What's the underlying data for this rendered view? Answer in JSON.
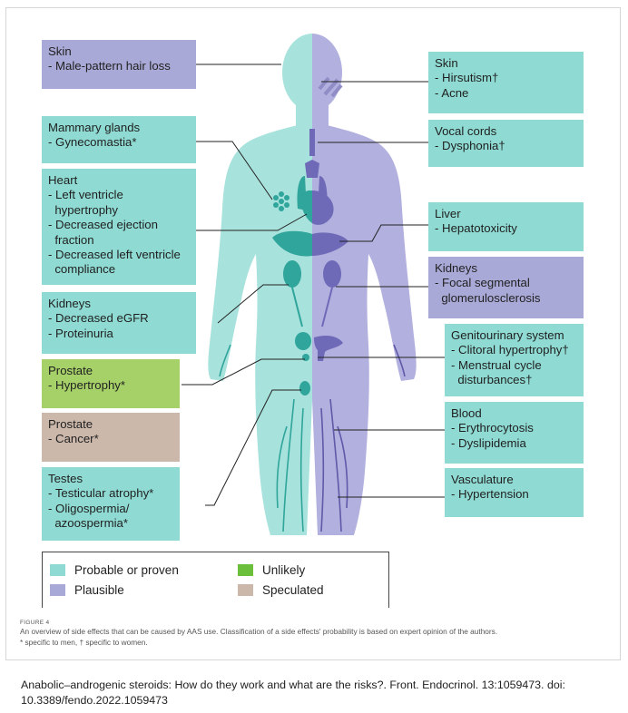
{
  "boxes": {
    "skin_m": {
      "title": "Skin",
      "items": [
        "- Male-pattern hair loss"
      ]
    },
    "mammary": {
      "title": "Mammary glands",
      "items": [
        "- Gynecomastia*"
      ]
    },
    "heart": {
      "title": "Heart",
      "items": [
        "- Left ventricle",
        "  hypertrophy",
        "- Decreased ejection",
        "  fraction",
        "- Decreased left ventricle",
        "  compliance"
      ]
    },
    "kidneys_m": {
      "title": "Kidneys",
      "items": [
        "- Decreased eGFR",
        "- Proteinuria"
      ]
    },
    "prostate_h": {
      "title": "Prostate",
      "items": [
        "- Hypertrophy*"
      ]
    },
    "prostate_c": {
      "title": "Prostate",
      "items": [
        "- Cancer*"
      ]
    },
    "testes": {
      "title": "Testes",
      "items": [
        "- Testicular atrophy*",
        "- Oligospermia/",
        "  azoospermia*"
      ]
    },
    "skin_f": {
      "title": "Skin",
      "items": [
        "- Hirsutism†",
        "- Acne"
      ]
    },
    "vocal": {
      "title": "Vocal cords",
      "items": [
        "- Dysphonia†"
      ]
    },
    "liver": {
      "title": "Liver",
      "items": [
        "- Hepatotoxicity"
      ]
    },
    "kidneys_f": {
      "title": "Kidneys",
      "items": [
        "- Focal segmental",
        "  glomerulosclerosis"
      ]
    },
    "genito": {
      "title": "Genitourinary system",
      "items": [
        "- Clitoral hypertrophy†",
        "- Menstrual cycle",
        "  disturbances†"
      ]
    },
    "blood": {
      "title": "Blood",
      "items": [
        "- Erythrocytosis",
        "- Dyslipidemia"
      ]
    },
    "vasc": {
      "title": "Vasculature",
      "items": [
        "- Hypertension"
      ]
    }
  },
  "legend": {
    "probable": "Probable or proven",
    "plausible": "Plausible",
    "unlikely": "Unlikely",
    "speculated": "Speculated"
  },
  "colors": {
    "probable": "#8fdbd3",
    "plausible": "#a9a9d8",
    "unlikely": "#a6d169",
    "speculated": "#cbb8ab",
    "body_male": "#a8e2dc",
    "body_female": "#b2b0de"
  },
  "figure_label": "FIGURE 4",
  "caption_line1": "An overview of side effects that can be caused by AAS use. Classification of a side effects' probability is based on expert opinion of the authors.",
  "caption_line2": "* specific to men, † specific to women.",
  "citation": "Anabolic–androgenic steroids: How do they work and what are the risks?. Front. Endocrinol. 13:1059473. doi: 10.3389/fendo.2022.1059473"
}
